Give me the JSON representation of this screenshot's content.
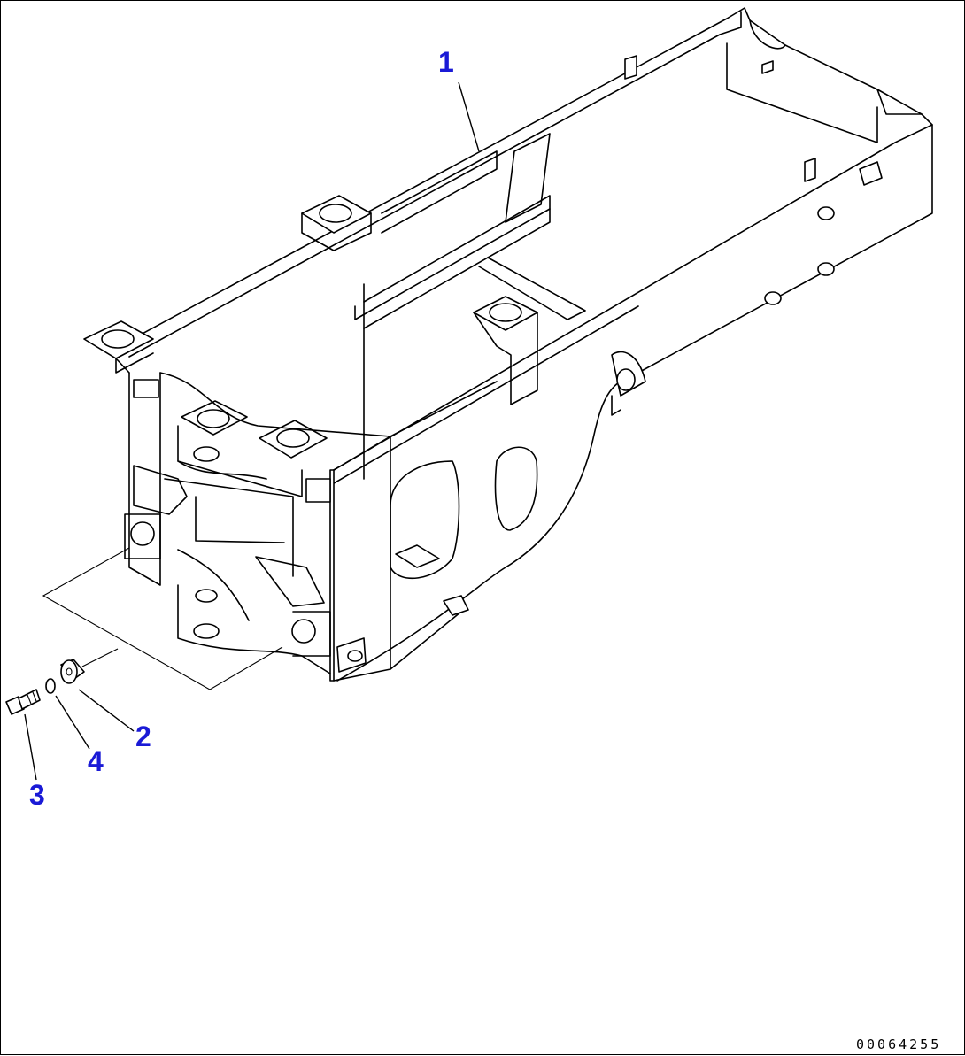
{
  "diagram": {
    "callouts": [
      {
        "id": "1",
        "label": "1"
      },
      {
        "id": "2",
        "label": "2"
      },
      {
        "id": "3",
        "label": "3"
      },
      {
        "id": "4",
        "label": "4"
      }
    ],
    "drawing_code": "00064255",
    "colors": {
      "callout": "#1a1ad6",
      "line": "#000000",
      "background": "#ffffff"
    }
  }
}
